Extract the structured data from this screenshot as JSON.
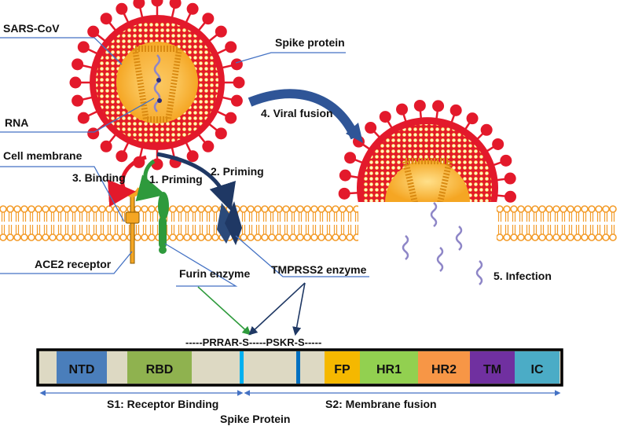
{
  "labels": {
    "sars_cov": "SARS-CoV",
    "spike_protein": "Spike protein",
    "rna": "RNA",
    "cell_membrane": "Cell membrane",
    "binding": "3. Binding",
    "priming1": "1. Priming",
    "priming2": "2. Priming",
    "viral_fusion": "4. Viral fusion",
    "ace2_receptor": "ACE2 receptor",
    "furin_enzyme": "Furin enzyme",
    "tmprss2_enzyme": "TMPRSS2 enzyme",
    "infection": "5. Infection"
  },
  "cleavage_sequence": "-----PRRAR-S-----PSKR-S-----",
  "domains": [
    {
      "label": "NTD",
      "color": "#4a7ebb"
    },
    {
      "label": "RBD",
      "color": "#8fb24f"
    },
    {
      "label": "FP",
      "color": "#f5b800"
    },
    {
      "label": "HR1",
      "color": "#92d050"
    },
    {
      "label": "HR2",
      "color": "#f79646"
    },
    {
      "label": "TM",
      "color": "#7030a0"
    },
    {
      "label": "IC",
      "color": "#4bacc6"
    }
  ],
  "regions": {
    "s1": "S1: Receptor Binding",
    "s2": "S2: Membrane fusion",
    "spike_protein_title": "Spike Protein"
  },
  "colors": {
    "spike_red": "#e3192b",
    "virus_yellow": "#f5a623",
    "membrane_orange": "#f39c2b",
    "bar_fill": "#ddd9c3",
    "furin_green": "#2e9a3c",
    "tmprss2_blue": "#2b4a7a",
    "leader_blue": "#4472c4",
    "cleavage_cyan": "#00b0f0",
    "cleavage_blue": "#0070c0"
  }
}
